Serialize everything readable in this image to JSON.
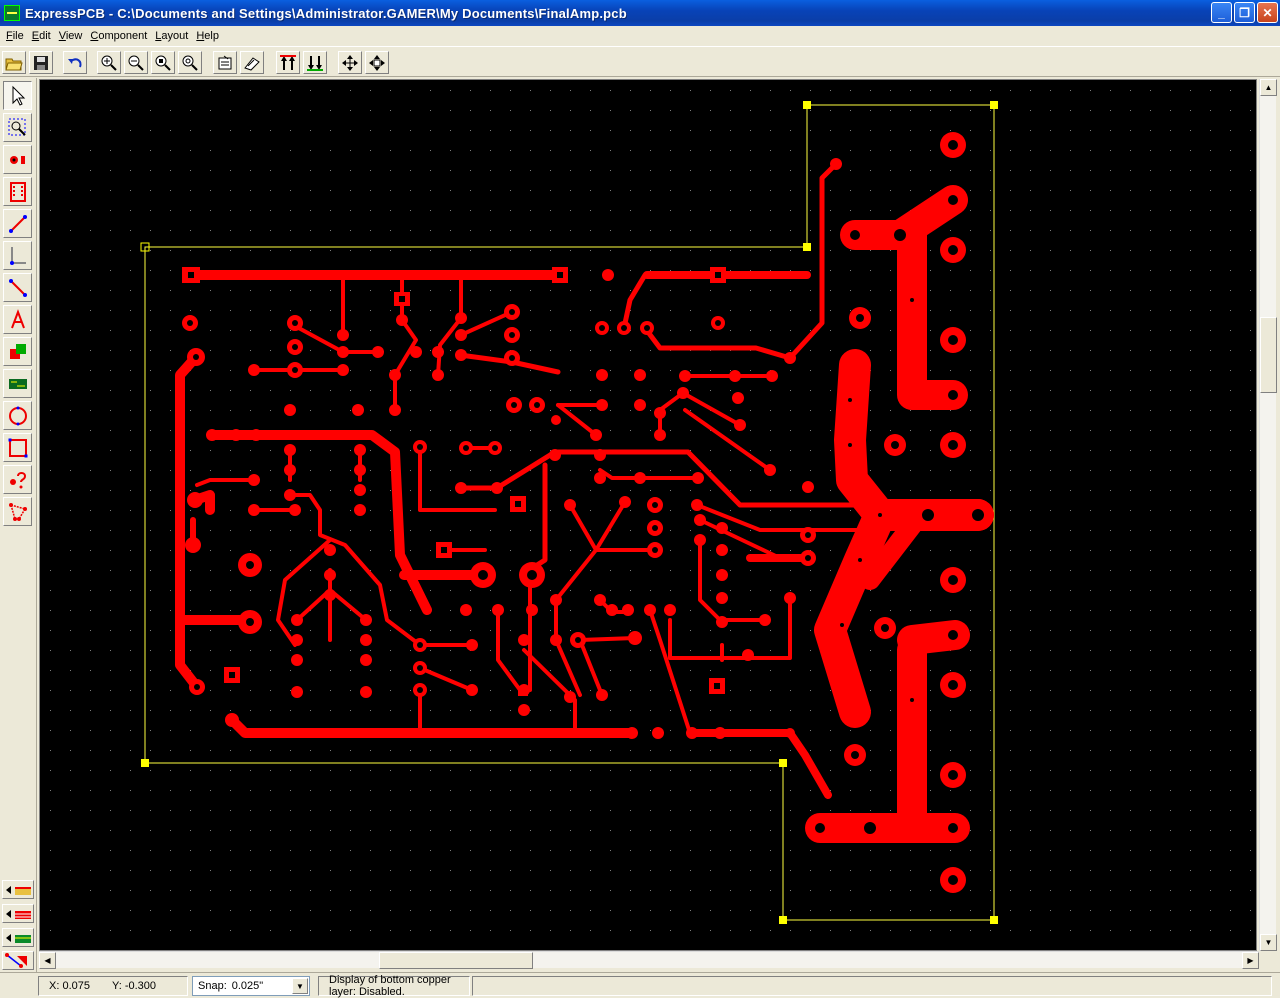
{
  "window": {
    "title": "ExpressPCB - C:\\Documents and Settings\\Administrator.GAMER\\My Documents\\FinalAmp.pcb",
    "minimize": "_",
    "restore": "❐",
    "close": "✕"
  },
  "menu": [
    {
      "label": "File",
      "key": "F",
      "rest": "ile"
    },
    {
      "label": "Edit",
      "key": "E",
      "rest": "dit"
    },
    {
      "label": "View",
      "key": "V",
      "rest": "iew"
    },
    {
      "label": "Component",
      "key": "C",
      "rest": "omponent"
    },
    {
      "label": "Layout",
      "key": "L",
      "rest": "ayout"
    },
    {
      "label": "Help",
      "key": "H",
      "rest": "elp"
    }
  ],
  "toolbar": {
    "icons": [
      "open-folder-icon",
      "save-icon",
      "undo-icon",
      "zoom-in-icon",
      "zoom-out-icon",
      "zoom-fit-icon",
      "zoom-actual-icon",
      "properties-icon",
      "print-icon",
      "top-layer-icon",
      "bottom-layer-icon",
      "move-icon",
      "rotate-icon"
    ]
  },
  "palette": {
    "tools": [
      "pointer-tool-icon",
      "zoom-select-icon",
      "pad-icon",
      "component-icon",
      "trace-icon",
      "corner-trace-icon",
      "line-icon",
      "text-icon",
      "copy-layer-icon",
      "pcb-icon",
      "circle-icon",
      "rectangle-icon",
      "query-icon",
      "net-icon"
    ],
    "layers": [
      "top-layer-toggle-icon",
      "bottom-layer-toggle-icon",
      "silkscreen-layer-toggle-icon",
      "ratsnest-toggle-icon"
    ]
  },
  "colors": {
    "copper": "#ff0000",
    "outline": "#ffff40",
    "background": "#000000",
    "grid": "#808080"
  },
  "status": {
    "x": "X: 0.075",
    "y": "Y: -0.300",
    "snap_label": "Snap:",
    "snap_value": "0.025\"",
    "message": "Display of bottom copper layer:  Disabled."
  }
}
